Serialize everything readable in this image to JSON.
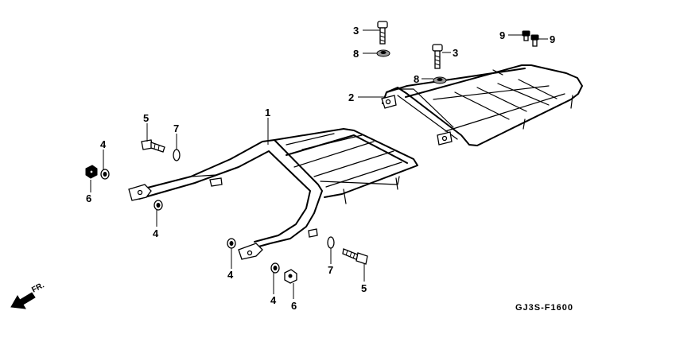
{
  "diagram_code": "GJ3S-F1600",
  "direction_label": "FR.",
  "colors": {
    "line": "#000000",
    "background": "#ffffff",
    "shade": "#9a9a9a"
  },
  "callouts": [
    {
      "id": "c1",
      "label": "1"
    },
    {
      "id": "c2",
      "label": "2"
    },
    {
      "id": "c3a",
      "label": "3"
    },
    {
      "id": "c3b",
      "label": "3"
    },
    {
      "id": "c4a",
      "label": "4"
    },
    {
      "id": "c4b",
      "label": "4"
    },
    {
      "id": "c4c",
      "label": "4"
    },
    {
      "id": "c4d",
      "label": "4"
    },
    {
      "id": "c5a",
      "label": "5"
    },
    {
      "id": "c5b",
      "label": "5"
    },
    {
      "id": "c6a",
      "label": "6"
    },
    {
      "id": "c6b",
      "label": "6"
    },
    {
      "id": "c7a",
      "label": "7"
    },
    {
      "id": "c7b",
      "label": "7"
    },
    {
      "id": "c8a",
      "label": "8"
    },
    {
      "id": "c8b",
      "label": "8"
    },
    {
      "id": "c9a",
      "label": "9"
    },
    {
      "id": "c9b",
      "label": "9"
    }
  ]
}
